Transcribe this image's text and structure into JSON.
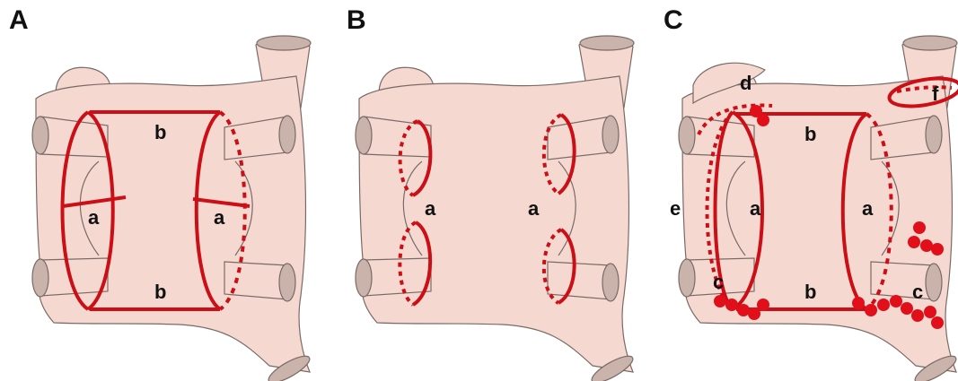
{
  "panels": [
    {
      "letter": "A",
      "labels": {
        "a_left": "a",
        "a_right": "a",
        "b_top": "b",
        "b_bottom": "b"
      }
    },
    {
      "letter": "B",
      "labels": {
        "a_left": "a",
        "a_right": "a"
      }
    },
    {
      "letter": "C",
      "labels": {
        "a_left": "a",
        "a_right": "a",
        "b_top": "b",
        "b_bottom": "b",
        "c_left": "c",
        "c_right": "c",
        "d": "d",
        "e": "e",
        "f": "f"
      }
    }
  ],
  "colors": {
    "tissue": "#f5d9d1",
    "vessel": "#c9b3aa",
    "outline": "#7a6a66",
    "ablation": "#cc0f16",
    "lesion": "#e10f1a"
  }
}
